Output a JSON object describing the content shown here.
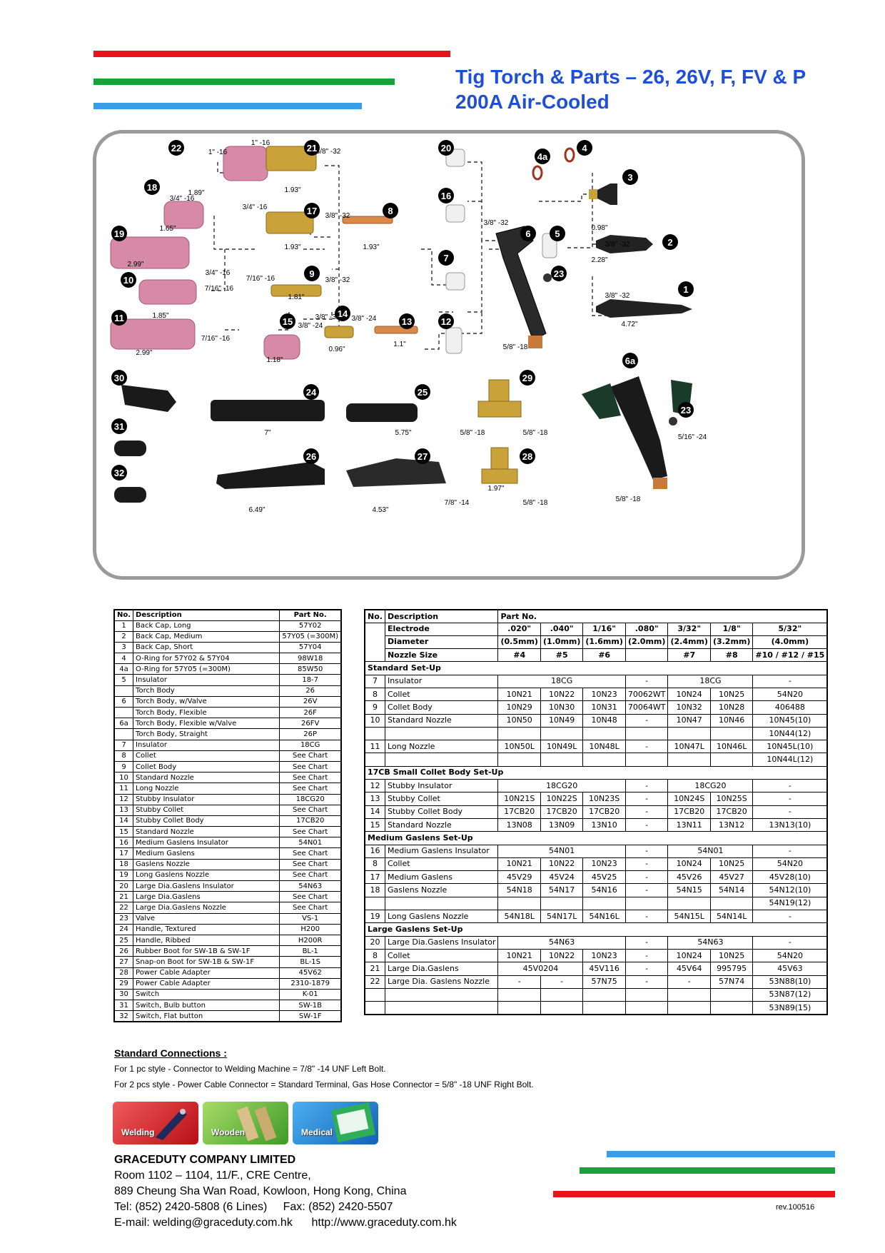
{
  "title": {
    "line1": "Tig Torch & Parts – 26, 26V, F, FV & P",
    "line2": "200A Air-Cooled"
  },
  "colors": {
    "red": "#e8141b",
    "green": "#1aa13a",
    "blue": "#3a9de8",
    "title": "#1f4fd6"
  },
  "diagram": {
    "callouts": [
      "22",
      "21",
      "20",
      "4a",
      "4",
      "3",
      "18",
      "17",
      "8",
      "16",
      "19",
      "6",
      "5",
      "2",
      "7",
      "10",
      "9",
      "23",
      "1",
      "11",
      "14",
      "15",
      "13",
      "12",
      "6a",
      "30",
      "24",
      "25",
      "29",
      "23",
      "31",
      "32",
      "26",
      "27",
      "28"
    ],
    "dims": [
      "1\" -16",
      "1\" -16",
      "3/8\" -32",
      "1.93\"",
      "1.89\"",
      "3/4\" -16",
      "3/4\" -16",
      "3/8\" -32",
      "1.93\"",
      "1.65\"",
      "1.93\"",
      "3/8\" -32",
      "0.98\"",
      "3/8\" -32",
      "2.99\"",
      "3/4\" -16",
      "7/16\" -16",
      "7/16\" -16",
      "3/8\" -32",
      "2.28\"",
      "3/8\" -32",
      "1.81\"",
      "1.85\"",
      "3/8\" -24",
      "3/8\" -32",
      "3/8\" -24",
      "4.72\"",
      "7/16\" -16",
      "2.99\"",
      "0.96\"",
      "1.1\"",
      "5/8\" -18",
      "1.18\"",
      "7\"",
      "5.75\"",
      "5/8\" -18",
      "5/8\" -18",
      "5/16\" -24",
      "1.97\"",
      "6.49\"",
      "4.53\"",
      "7/8\" -14",
      "5/8\" -18",
      "5/8\" -18"
    ]
  },
  "parts_table": {
    "headers": [
      "No.",
      "Description",
      "Part No."
    ],
    "rows": [
      [
        "1",
        "Back Cap, Long",
        "57Y02"
      ],
      [
        "2",
        "Back Cap, Medium",
        "57Y05 (=300M)"
      ],
      [
        "3",
        "Back Cap, Short",
        "57Y04"
      ],
      [
        "4",
        "O-Ring for 57Y02 & 57Y04",
        "98W18"
      ],
      [
        "4a",
        "O-Ring for 57Y05 (=300M)",
        "85W50"
      ],
      [
        "5",
        "Insulator",
        "18-7"
      ],
      [
        "",
        "Torch Body",
        "26"
      ],
      [
        "6",
        "Torch Body, w/Valve",
        "26V"
      ],
      [
        "",
        "Torch Body, Flexible",
        "26F"
      ],
      [
        "6a",
        "Torch Body, Flexible w/Valve",
        "26FV"
      ],
      [
        "",
        "Torch Body, Straight",
        "26P"
      ],
      [
        "7",
        "Insulator",
        "18CG"
      ],
      [
        "8",
        "Collet",
        "See Chart"
      ],
      [
        "9",
        "Collet Body",
        "See Chart"
      ],
      [
        "10",
        "Standard Nozzle",
        "See Chart"
      ],
      [
        "11",
        "Long Nozzle",
        "See Chart"
      ],
      [
        "12",
        "Stubby Insulator",
        "18CG20"
      ],
      [
        "13",
        "Stubby Collet",
        "See Chart"
      ],
      [
        "14",
        "Stubby Collet Body",
        "17CB20"
      ],
      [
        "15",
        "Standard Nozzle",
        "See Chart"
      ],
      [
        "16",
        "Medium Gaslens Insulator",
        "54N01"
      ],
      [
        "17",
        "Medium Gaslens",
        "See Chart"
      ],
      [
        "18",
        "Gaslens Nozzle",
        "See Chart"
      ],
      [
        "19",
        "Long Gaslens Nozzle",
        "See Chart"
      ],
      [
        "20",
        "Large Dia.Gaslens Insulator",
        "54N63"
      ],
      [
        "21",
        "Large Dia.Gaslens",
        "See Chart"
      ],
      [
        "22",
        "Large Dia.Gaslens Nozzle",
        "See Chart"
      ],
      [
        "23",
        "Valve",
        "VS-1"
      ],
      [
        "24",
        "Handle, Textured",
        "H200"
      ],
      [
        "25",
        "Handle, Ribbed",
        "H200R"
      ],
      [
        "26",
        "Rubber Boot for SW-1B & SW-1F",
        "BL-1"
      ],
      [
        "27",
        "Snap-on Boot for SW-1B & SW-1F",
        "BL-1S"
      ],
      [
        "28",
        "Power Cable Adapter",
        "45V62"
      ],
      [
        "29",
        "Power Cable Adapter",
        "2310-1879"
      ],
      [
        "30",
        "Switch",
        "K-01"
      ],
      [
        "31",
        "Switch, Bulb button",
        "SW-1B"
      ],
      [
        "32",
        "Switch, Flat button",
        "SW-1F"
      ]
    ]
  },
  "chart": {
    "headers": [
      "No.",
      "Description",
      "Part No."
    ],
    "electrode_label": "Electrode",
    "diameter_label": "Diameter",
    "nozzle_label": "Nozzle Size",
    "electrode": [
      ".020\"",
      ".040\"",
      "1/16\"",
      ".080\"",
      "3/32\"",
      "1/8\"",
      "5/32\""
    ],
    "diameter": [
      "(0.5mm)",
      "(1.0mm)",
      "(1.6mm)",
      "(2.0mm)",
      "(2.4mm)",
      "(3.2mm)",
      "(4.0mm)"
    ],
    "nozzle": [
      "#4",
      "#5",
      "#6",
      "",
      "#7",
      "#8",
      "#10 / #12 / #15"
    ],
    "sections": [
      {
        "title": "Standard Set-Up",
        "rows": [
          [
            "7",
            "Insulator",
            "18CG",
            "",
            "",
            "-",
            "18CG",
            "",
            "-"
          ],
          [
            "8",
            "Collet",
            "10N21",
            "10N22",
            "10N23",
            "70062WT",
            "10N24",
            "10N25",
            "54N20"
          ],
          [
            "9",
            "Collet Body",
            "10N29",
            "10N30",
            "10N31",
            "70064WT",
            "10N32",
            "10N28",
            "406488"
          ],
          [
            "10",
            "Standard Nozzle",
            "10N50",
            "10N49",
            "10N48",
            "-",
            "10N47",
            "10N46",
            "10N45(10)"
          ],
          [
            "",
            "",
            "",
            "",
            "",
            "",
            "",
            "",
            "10N44(12)"
          ],
          [
            "11",
            "Long Nozzle",
            "10N50L",
            "10N49L",
            "10N48L",
            "-",
            "10N47L",
            "10N46L",
            "10N45L(10)"
          ],
          [
            "",
            "",
            "",
            "",
            "",
            "",
            "",
            "",
            "10N44L(12)"
          ]
        ]
      },
      {
        "title": "17CB Small Collet Body Set-Up",
        "rows": [
          [
            "12",
            "Stubby Insulator",
            "18CG20",
            "",
            "",
            "-",
            "18CG20",
            "",
            "-"
          ],
          [
            "13",
            "Stubby Collet",
            "10N21S",
            "10N22S",
            "10N23S",
            "-",
            "10N24S",
            "10N25S",
            "-"
          ],
          [
            "14",
            "Stubby Collet Body",
            "17CB20",
            "17CB20",
            "17CB20",
            "-",
            "17CB20",
            "17CB20",
            "-"
          ],
          [
            "15",
            "Standard Nozzle",
            "13N08",
            "13N09",
            "13N10",
            "-",
            "13N11",
            "13N12",
            "13N13(10)"
          ]
        ]
      },
      {
        "title": "Medium Gaslens Set-Up",
        "rows": [
          [
            "16",
            "Medium Gaslens Insulator",
            "54N01",
            "",
            "",
            "-",
            "54N01",
            "",
            "-"
          ],
          [
            "8",
            "Collet",
            "10N21",
            "10N22",
            "10N23",
            "-",
            "10N24",
            "10N25",
            "54N20"
          ],
          [
            "17",
            "Medium Gaslens",
            "45V29",
            "45V24",
            "45V25",
            "-",
            "45V26",
            "45V27",
            "45V28(10)"
          ],
          [
            "18",
            "Gaslens Nozzle",
            "54N18",
            "54N17",
            "54N16",
            "-",
            "54N15",
            "54N14",
            "54N12(10)"
          ],
          [
            "",
            "",
            "",
            "",
            "",
            "",
            "",
            "",
            "54N19(12)"
          ],
          [
            "19",
            "Long Gaslens Nozzle",
            "54N18L",
            "54N17L",
            "54N16L",
            "-",
            "54N15L",
            "54N14L",
            "-"
          ]
        ]
      },
      {
        "title": "Large Gaslens Set-Up",
        "rows": [
          [
            "20",
            "Large Dia.Gaslens Insulator",
            "54N63",
            "",
            "",
            "-",
            "54N63",
            "",
            "-"
          ],
          [
            "8",
            "Collet",
            "10N21",
            "10N22",
            "10N23",
            "-",
            "10N24",
            "10N25",
            "54N20"
          ],
          [
            "21",
            "Large Dia.Gaslens",
            "45V0204",
            "",
            "45V116",
            "-",
            "45V64",
            "995795",
            "45V63"
          ],
          [
            "22",
            "Large Dia. Gaslens Nozzle",
            "-",
            "-",
            "57N75",
            "-",
            "-",
            "57N74",
            "53N88(10)"
          ],
          [
            "",
            "",
            "",
            "",
            "",
            "",
            "",
            "",
            "53N87(12)"
          ],
          [
            "",
            "",
            "",
            "",
            "",
            "",
            "",
            "",
            "53N89(15)"
          ]
        ]
      }
    ]
  },
  "connections": {
    "heading": "Standard Connections :",
    "line1": "For 1 pc style - Connector to Welding Machine = 7/8\" -14 UNF Left Bolt.",
    "line2": "For 2 pcs style - Power Cable Connector = Standard Terminal, Gas Hose Connector = 5/8\" -18 UNF Right Bolt."
  },
  "logos": [
    "Welding",
    "Wooden",
    "Medical"
  ],
  "company": {
    "name": "GRACEDUTY COMPANY LIMITED",
    "addr1": "Room 1102 – 1104, 11/F., CRE Centre,",
    "addr2": "889 Cheung Sha Wan Road, Kowloon, Hong Kong, China",
    "tel": "Tel: (852) 2420-5808 (6 Lines)     Fax: (852) 2420-5507",
    "email": "E-mail: welding@graceduty.com.hk      http://www.graceduty.com.hk"
  },
  "rev": "rev.100516"
}
